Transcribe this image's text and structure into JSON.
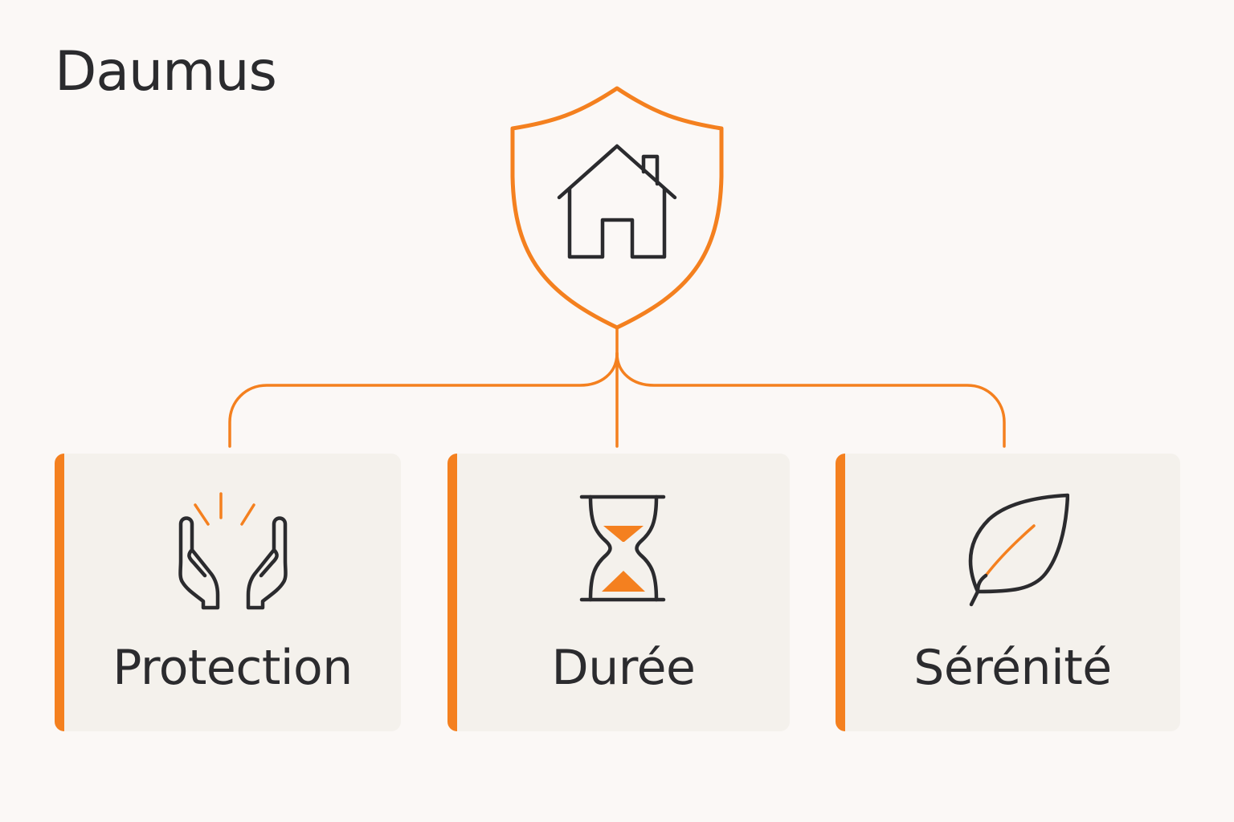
{
  "brand": {
    "name": "Daumus"
  },
  "colors": {
    "accent": "#f4801f",
    "ink": "#2b2b2e",
    "background": "#fbf8f6",
    "card": "#f4f1ec"
  },
  "root": {
    "icon": "house-in-shield-icon"
  },
  "branches": [
    {
      "label": "Protection",
      "icon": "caring-hands-icon"
    },
    {
      "label": "Durée",
      "icon": "hourglass-icon"
    },
    {
      "label": "Sérénité",
      "icon": "leaf-icon"
    }
  ]
}
